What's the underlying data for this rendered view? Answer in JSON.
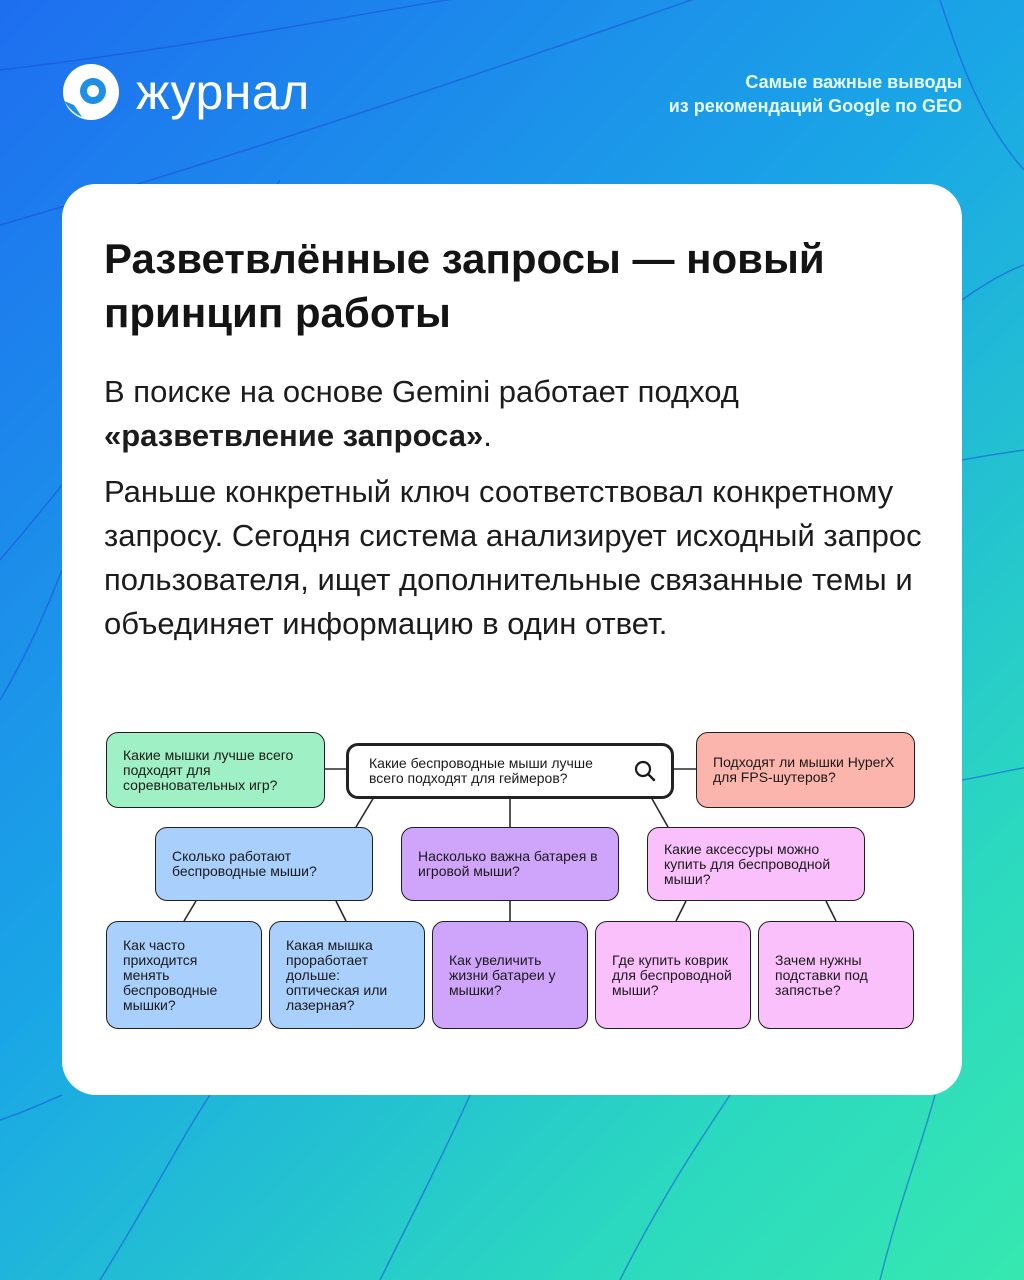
{
  "header": {
    "brand_name": "журнал",
    "tagline_line1": "Самые важные выводы",
    "tagline_line2": "из рекомендаций Google по GEO"
  },
  "card": {
    "title": "Разветвлённые запросы — новый принцип работы",
    "paragraph1_text": "В поиске на основе Gemini работает подход ",
    "paragraph1_bold": "«разветвление запроса»",
    "paragraph1_end": ".",
    "paragraph2": "Раньше конкретный ключ соответствовал конкретному запросу. Сегодня система анализирует исходный запрос пользователя, ищет дополнительные связанные темы и объединяет информацию в один ответ."
  },
  "diagram": {
    "center_query": "Какие беспроводные мыши лучше всего подходят для геймеров?",
    "left_node": "Какие мышки лучше всего подходят для соревновательных игр?",
    "right_node": "Подходят ли мышки HyperX для FPS-шутеров?",
    "branch_blue": "Сколько работают беспроводные мыши?",
    "branch_purple": "Насколько важна батарея в игровой мыши?",
    "branch_pink": "Какие аксессуры можно купить для беспроводной мыши?",
    "leaf_blue_1": "Как часто приходится менять беспроводные мышки?",
    "leaf_blue_2": "Какая мышка проработает дольше: оптическая или лазерная?",
    "leaf_purple": "Как увеличить жизни батареи у мышки?",
    "leaf_pink_1": "Где купить коврик для беспроводной мыши?",
    "leaf_pink_2": "Зачем нужны подставки под запястье?",
    "icons": {
      "search": "search-icon"
    }
  },
  "colors": {
    "green": "#9ff0c4",
    "red": "#fcb5ac",
    "blue": "#a9cffd",
    "purple": "#cfa4fb",
    "pink": "#f9c0fb"
  }
}
